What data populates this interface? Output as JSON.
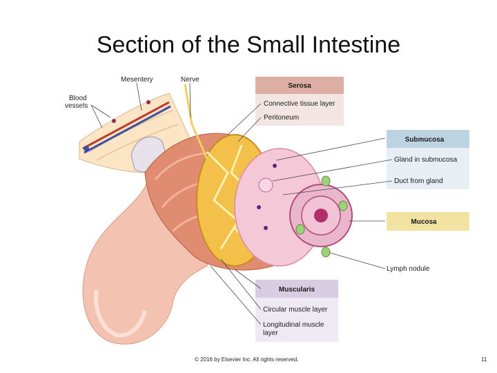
{
  "slide": {
    "title": "Section of the Small Intestine",
    "copyright": "© 2016 by Elsevier Inc. All rights reserved.",
    "page_number": "11"
  },
  "labels": {
    "mesentery": "Mesentery",
    "nerve": "Nerve",
    "blood_vessels_line1": "Blood",
    "blood_vessels_line2": "vessels",
    "lymph_nodule": "Lymph nodule"
  },
  "legend_boxes": {
    "serosa": {
      "title": "Serosa",
      "items": [
        "Connective tissue layer",
        "Peritoneum"
      ],
      "color": "#dcaea4",
      "bg": "#f3e6e2"
    },
    "submucosa": {
      "title": "Submucosa",
      "items": [
        "Gland in submucosa",
        "Duct from gland"
      ],
      "color": "#bcd3e1",
      "bg": "#e8eff4"
    },
    "mucosa": {
      "title": "Mucosa",
      "items": [],
      "color": "#f3e3a2"
    },
    "muscularis": {
      "title": "Muscularis",
      "items": [
        "Circular muscle layer",
        "Longitudinal muscle",
        "layer"
      ],
      "color": "#d8cde3",
      "bg": "#eee9f3"
    }
  }
}
